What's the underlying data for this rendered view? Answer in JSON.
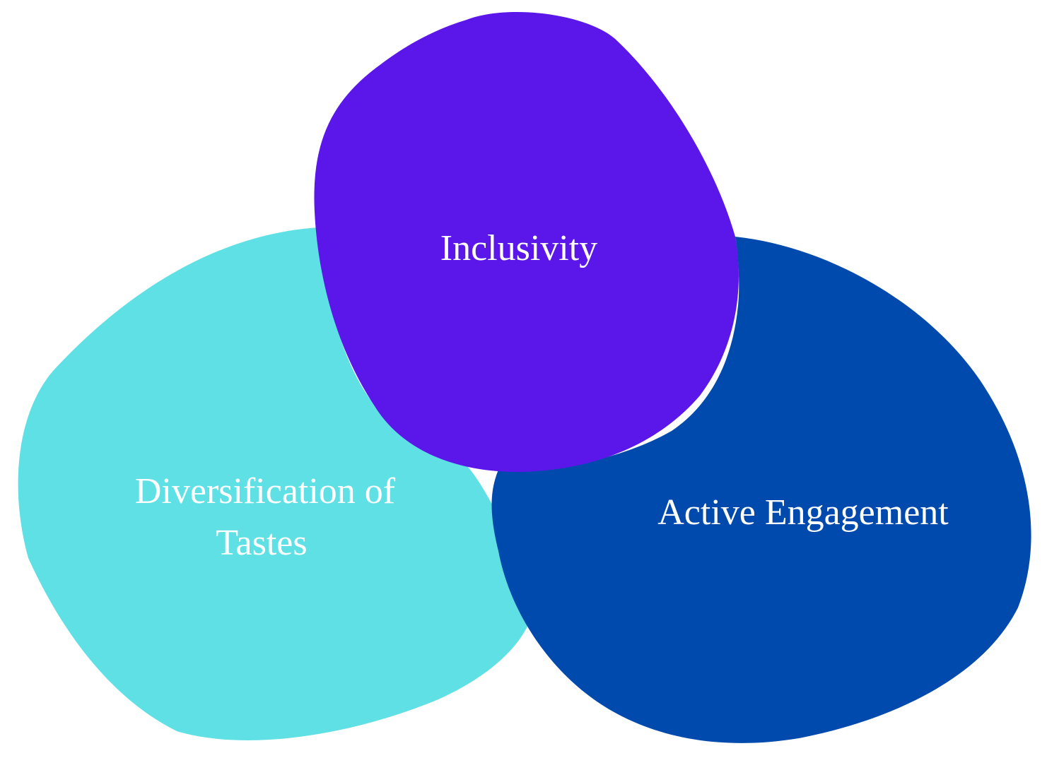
{
  "diagram": {
    "blobs": [
      {
        "id": "diversification",
        "lines": [
          "Diversification of",
          "Tastes"
        ],
        "color": "#5ee0e5"
      },
      {
        "id": "engagement",
        "lines": [
          "Active Engagement"
        ],
        "color": "#004aad"
      },
      {
        "id": "inclusivity",
        "lines": [
          "Inclusivity"
        ],
        "color": "#5b17e9"
      }
    ]
  }
}
